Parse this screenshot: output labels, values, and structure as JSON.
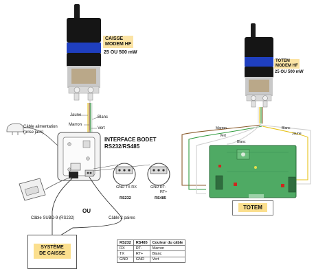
{
  "left": {
    "modem_title": [
      "CAISSE",
      "MODEM HF"
    ],
    "modem_power": "25 OU 500 mW",
    "wire_jaune": "Jaune",
    "wire_blanc": "Blanc",
    "wire_marron": "Marron",
    "wire_vert": "Vert",
    "power_cable": [
      "Câble alimentation",
      "(prise jack)"
    ],
    "interface_title": [
      "INTERFACE BODET",
      "RS232/RS485"
    ],
    "rs232_pins": [
      "GND",
      "TX",
      "RX"
    ],
    "rs232_label": "RS232",
    "rs485_pins": [
      "GND",
      "RT-",
      "RT+"
    ],
    "rs485_label": "RS485",
    "ou": "OU",
    "cable_subd": "Câble SUBD-9 (RS232)",
    "cable_2p": "Câble 2 paires",
    "system_box": [
      "SYSTÈME",
      "DE CAISSE"
    ]
  },
  "legend": {
    "headers": [
      "RS232",
      "RS485",
      "Couleur du câble"
    ],
    "rows": [
      [
        "RX",
        "RT-",
        "Marron"
      ],
      [
        "TX",
        "RT+",
        "Blanc"
      ],
      [
        "GND",
        "GND",
        "Vert"
      ]
    ]
  },
  "right": {
    "modem_title": [
      "TOTEM",
      "MODEM HF"
    ],
    "modem_power": "25 OU 500 mW",
    "wire_marron": "Marron",
    "wire_blanc_top": "Blanc",
    "wire_vert": "Vert",
    "wire_jaune": "Jaune",
    "wire_blanc": "Blanc",
    "totem_box": "TOTEM"
  },
  "colors": {
    "modem_blue": "#1f3fbf",
    "modem_black": "#151515",
    "board_green": "#4faa64",
    "label_highlight": "#fbe3a4",
    "box_yellow": "#fbdf8e",
    "wire_marron": "#8a5a2b",
    "wire_jaune": "#e6c21a",
    "wire_vert": "#2e9a3c"
  }
}
